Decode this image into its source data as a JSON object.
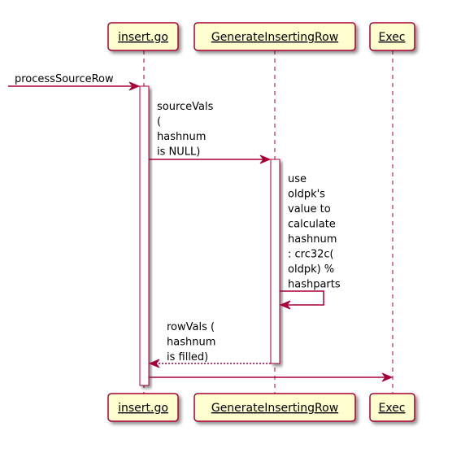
{
  "participants": [
    {
      "id": "insert",
      "label": "insert.go"
    },
    {
      "id": "gen",
      "label": "GenerateInsertingRow"
    },
    {
      "id": "exec",
      "label": "Exec"
    }
  ],
  "messages": {
    "m1": {
      "lines": [
        "processSourceRow"
      ]
    },
    "m2": {
      "lines": [
        "sourceVals",
        "(",
        "hashnum",
        "is NULL)"
      ]
    },
    "m3": {
      "lines": [
        "use",
        "oldpk's",
        "value to",
        "calculate",
        "hashnum",
        ": crc32c(",
        "oldpk) %",
        "hashparts"
      ]
    },
    "m4": {
      "lines": [
        "rowVals (",
        "hashnum",
        "is filled)"
      ]
    },
    "m5": {
      "lines": []
    }
  },
  "colors": {
    "participant_fill": "#FEFECE",
    "border": "#A80036",
    "lifeline": "#A80036",
    "activation_fill": "#FFFFFF",
    "shadow": "#A0A0A0"
  }
}
